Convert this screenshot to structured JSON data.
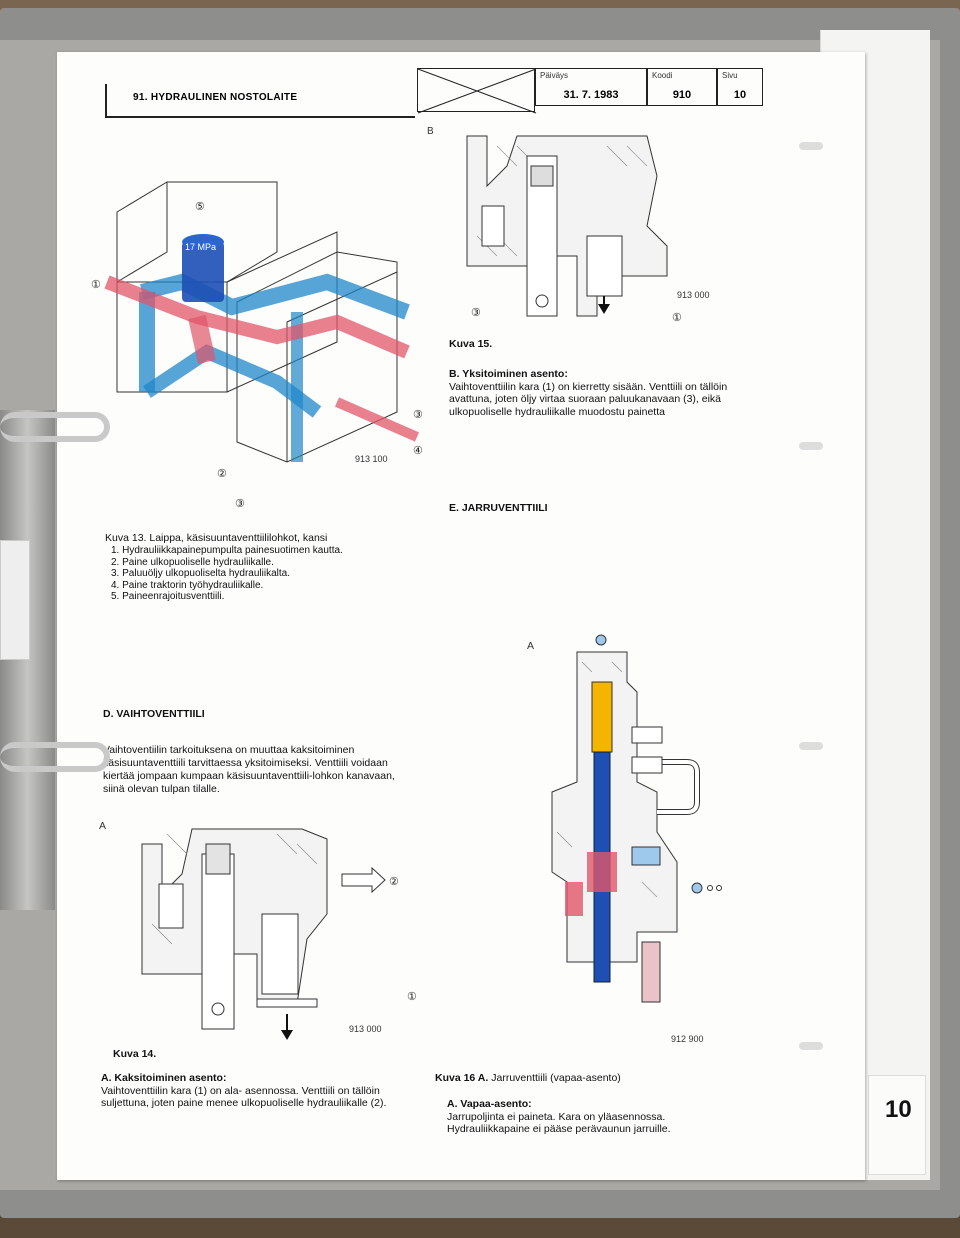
{
  "header": {
    "section_title": "91. HYDRAULINEN NOSTOLAITE",
    "date_label": "Päiväys",
    "date_value": "31. 7. 1983",
    "code_label": "Koodi",
    "code_value": "910",
    "page_label": "Sivu",
    "page_value": "10"
  },
  "figure13": {
    "code": "913 100",
    "pressure_label": "17 MPa",
    "callouts": [
      "①",
      "②",
      "③",
      "③",
      "④",
      "⑤"
    ],
    "caption": "Kuva 13. Laippa, käsisuuntaventtiililohkot, kansi",
    "items": [
      "1.  Hydrauliikkapainepumpulta painesuotimen kautta.",
      "2.  Paine ulkopuoliselle hydrauliikalle.",
      "3.  Paluuöljy ulkopuoliselta hydrauliikalta.",
      "4.  Paine traktorin työhydrauliikalle.",
      "5.  Paineenrajoitusventtiili."
    ]
  },
  "figure15": {
    "letter": "B",
    "code": "913 000",
    "callout_3": "③",
    "callout_1": "①",
    "caption": "Kuva 15.",
    "subheading": "B. Yksitoiminen asento:",
    "text": "Vaihtoventtiilin kara (1) on kierretty sisään. Venttiili on tällöin avattuna, joten öljy virtaa suoraan paluukanavaan (3), eikä ulkopuoliselle hydrauliikalle muodostu painetta"
  },
  "sectionE": {
    "heading": "E. JARRUVENTTIILI"
  },
  "sectionD": {
    "heading": "D. VAIHTOVENTTIILI",
    "text": "Vaihtoventiilin tarkoituksena on muuttaa kaksitoiminen käsisuuntaventtiili tarvittaessa yksitoimiseksi. Venttiili voidaan kiertää jompaan kumpaan käsisuuntaventtiili-lohkon kanavaan, siinä olevan tulpan tilalle."
  },
  "figure14": {
    "letter": "A",
    "code": "913 000",
    "callout_2": "②",
    "callout_1": "①",
    "caption": "Kuva 14.",
    "subheading": "A. Kaksitoiminen asento:",
    "text": "Vaihtoventtiilin kara (1) on ala- asennossa. Venttiili on tällöin suljettuna, joten paine menee ulkopuoliselle hydrauliikalle (2)."
  },
  "figure16": {
    "letter": "A",
    "code": "912 900",
    "caption_bold": "Kuva 16 A.",
    "caption_rest": " Jarruventtiili (vapaa-asento)",
    "subheading": "A. Vapaa-asento:",
    "text": "Jarrupoljinta ei paineta. Kara on yläasennossa. Hydrauliikkapaine ei pääse perävaunun jarruille."
  },
  "tab_number": "10",
  "colors": {
    "blue": "#1f86c9",
    "red": "#e0566a",
    "yellow": "#f4b400",
    "deep_blue": "#1d4fb5"
  }
}
